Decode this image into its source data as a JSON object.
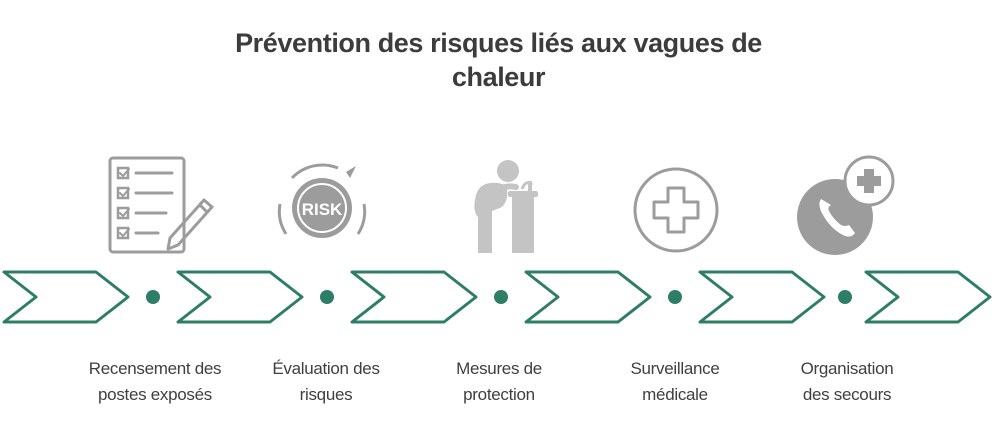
{
  "title": {
    "line1": "Prévention des risques liés aux vagues de",
    "line2": "chaleur"
  },
  "colors": {
    "accent": "#2e7d67",
    "icon_gray": "#9c9c9c",
    "text": "#3f3f3f"
  },
  "steps": [
    {
      "icon": "checklist-icon",
      "label_line1": "Recensement des",
      "label_line2": "postes exposés"
    },
    {
      "icon": "risk-gauge-icon",
      "icon_text": "RISK",
      "label_line1": "Évaluation des",
      "label_line2": "risques"
    },
    {
      "icon": "water-fountain-icon",
      "label_line1": "Mesures de",
      "label_line2": "protection"
    },
    {
      "icon": "medical-cross-icon",
      "label_line1": "Surveillance",
      "label_line2": "médicale"
    },
    {
      "icon": "emergency-phone-icon",
      "label_line1": "Organisation",
      "label_line2": "des secours"
    }
  ]
}
